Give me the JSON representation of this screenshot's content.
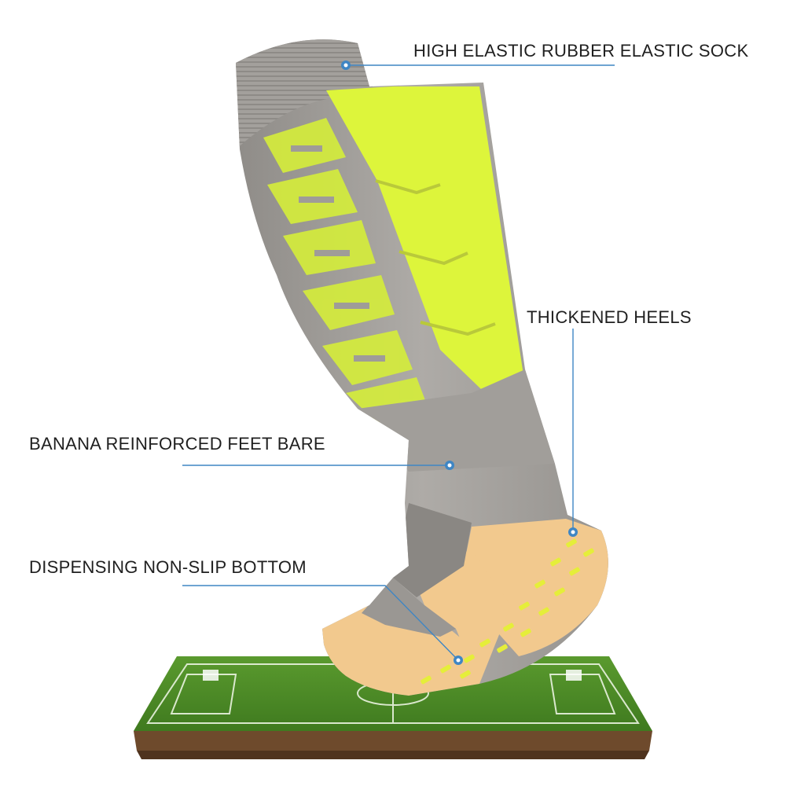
{
  "callouts": {
    "top": "HIGH ELASTIC RUBBER ELASTIC SOCK",
    "heels": "THICKENED HEELS",
    "banana": "BANANA REINFORCED FEET BARE",
    "bottom": "DISPENSING NON-SLIP BOTTOM"
  },
  "colors": {
    "sock_gray": "#a6a39f",
    "sock_neon": "#ddf53b",
    "sole_tan": "#f2c98e",
    "grip_yellow": "#e5ee3a",
    "grass": "#4e8a26",
    "soil": "#6e4a2c",
    "callout_line": "#3f86c4"
  }
}
